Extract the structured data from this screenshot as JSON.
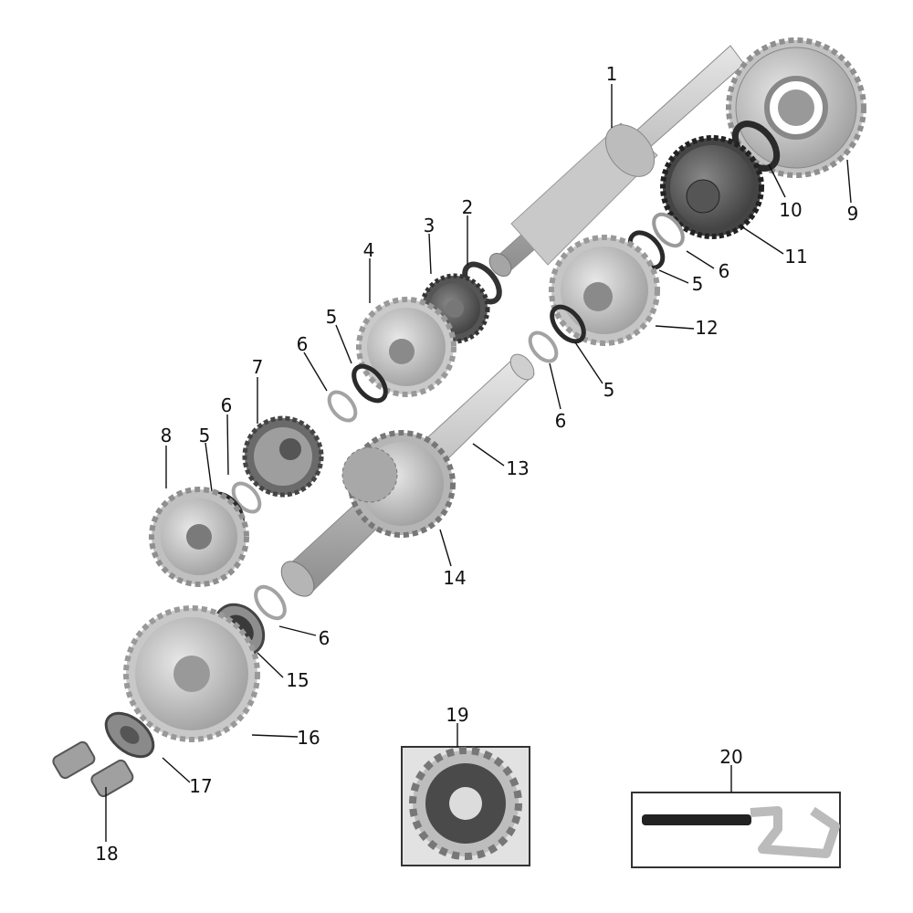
{
  "diagram": {
    "colors": {
      "part_light": "#d4d4d4",
      "part_mid": "#b3b3b3",
      "part_dark": "#5a5a5a",
      "ring_dark": "#2a2a2a",
      "inset_border": "#333333"
    },
    "callouts": [
      "1",
      "2",
      "3",
      "4",
      "5",
      "5",
      "5",
      "5",
      "6",
      "6",
      "6",
      "6",
      "6",
      "7",
      "8",
      "9",
      "10",
      "11",
      "12",
      "13",
      "14",
      "15",
      "16",
      "17",
      "18",
      "19",
      "20"
    ],
    "labels": {
      "l1": "1",
      "l2": "2",
      "l3": "3",
      "l4": "4",
      "l5a": "5",
      "l5b": "5",
      "l5c": "5",
      "l5d": "5",
      "l6a": "6",
      "l6b": "6",
      "l6c": "6",
      "l6d": "6",
      "l6e": "6",
      "l7": "7",
      "l8": "8",
      "l9": "9",
      "l10": "10",
      "l11": "11",
      "l12": "12",
      "l13": "13",
      "l14": "14",
      "l15": "15",
      "l16": "16",
      "l17": "17",
      "l18": "18",
      "l19": "19",
      "l20": "20"
    },
    "insets": {
      "sprocket": {
        "part": "19",
        "icon": "front-sprocket-photo"
      },
      "tool": {
        "part": "20",
        "icon": "hook-tool-photo"
      }
    }
  }
}
